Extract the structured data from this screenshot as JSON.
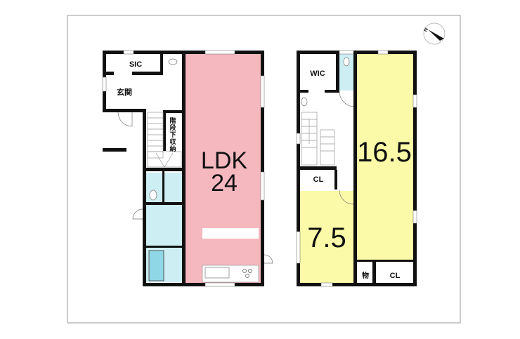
{
  "floor_plan": {
    "compass": {
      "label": "N",
      "icon": "north-arrow-icon"
    },
    "first_floor": {
      "rooms": {
        "sic": "SIC",
        "entrance": "玄関",
        "under_stair_storage": [
          "階",
          "段",
          "下",
          "収",
          "納"
        ],
        "ldk_name": "LDK",
        "ldk_size": "24"
      },
      "colors": {
        "ldk": "#f5b8bf",
        "wet_area": "#cdeef3",
        "bathtub": "#8fd6e6"
      }
    },
    "second_floor": {
      "rooms": {
        "wic": "WIC",
        "closet_hall": "CL",
        "room_small_size": "7.5",
        "room_large_size": "16.5",
        "storage": "物",
        "closet_large": "CL"
      },
      "colors": {
        "bedroom": "#fafaa8",
        "wet_area": "#cdeef3"
      }
    }
  }
}
